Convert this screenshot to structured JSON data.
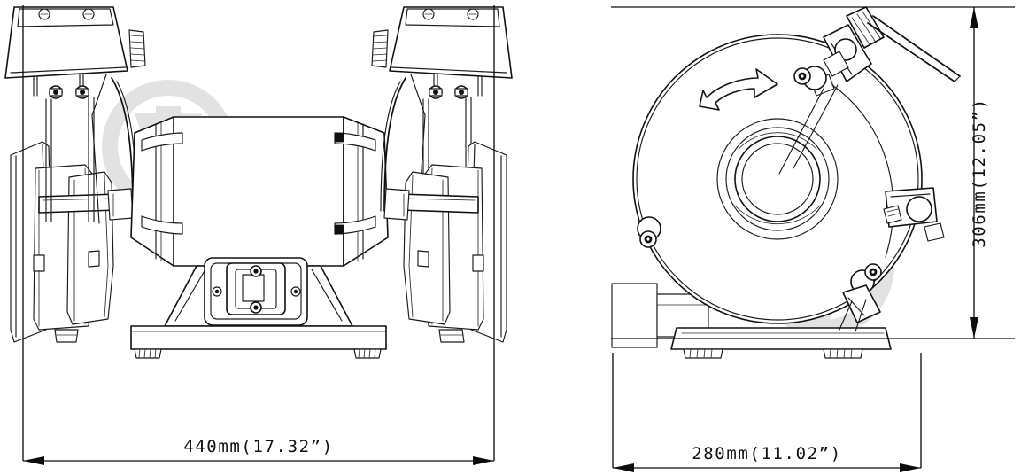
{
  "document": {
    "kind": "technical-dimension-drawing",
    "subject": "bench grinder",
    "views": [
      {
        "id": "front-view",
        "label": "front elevation"
      },
      {
        "id": "side-view",
        "label": "side elevation"
      }
    ]
  },
  "dimensions": {
    "width": {
      "name": "overall-width",
      "text": "440mm(17.32”)",
      "value_mm": 440,
      "value_in": 17.32,
      "orientation": "horizontal",
      "view": "front-view"
    },
    "depth": {
      "name": "overall-depth",
      "text": "280mm(11.02”)",
      "value_mm": 280,
      "value_in": 11.02,
      "orientation": "horizontal",
      "view": "side-view"
    },
    "height": {
      "name": "overall-height",
      "text": "306mm(12.05”)",
      "value_mm": 306,
      "value_in": 12.05,
      "orientation": "vertical-rotated",
      "view": "side-view"
    }
  },
  "annotations": {
    "rotation_arrow": {
      "name": "wheel-rotation-arrow",
      "description": "curved arrow indicating wheel rotation direction",
      "direction": "clockwise"
    }
  },
  "watermarks": [
    {
      "name": "watermark-left",
      "shape": "circle-with-v",
      "color": "#e2e2e2"
    },
    {
      "name": "watermark-right",
      "shape": "circle-with-emblem",
      "color": "#e2e2e2"
    }
  ],
  "colors": {
    "background": "#ffffff",
    "line": "#1a1a1a",
    "dimension": "#111111",
    "watermark": "#e2e2e2"
  }
}
